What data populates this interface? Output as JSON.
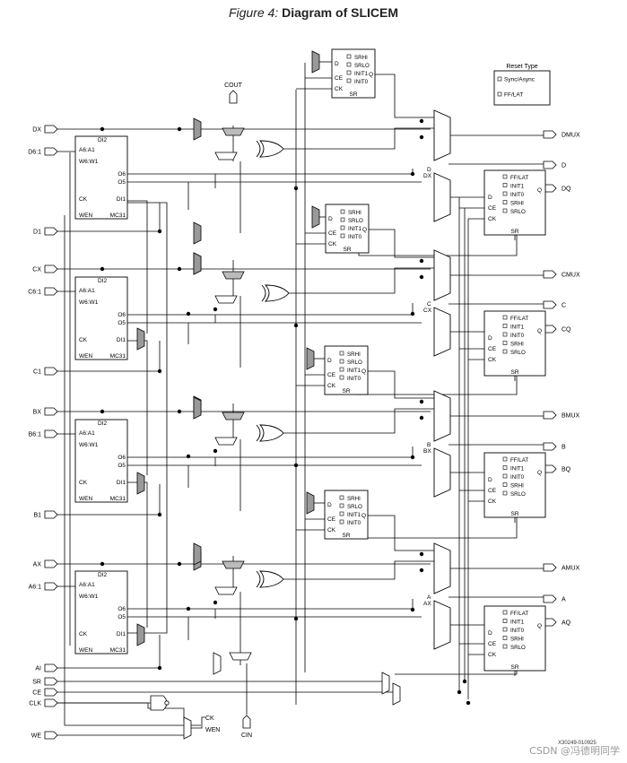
{
  "caption": {
    "figure": "Figure 4:",
    "title": "Diagram of SLICEM"
  },
  "inputs_left": {
    "dx": "DX",
    "d61": "D6:1",
    "d1": "D1",
    "cx": "CX",
    "c61": "C6:1",
    "c1": "C1",
    "bx": "BX",
    "b61": "B6:1",
    "b1": "B1",
    "ax": "AX",
    "a61": "A6:1",
    "ai": "AI",
    "sr": "SR",
    "ce": "CE",
    "clk": "CLK",
    "we": "WE"
  },
  "outputs_right": {
    "dmux": "DMUX",
    "d": "D",
    "dq": "DQ",
    "cmux": "CMUX",
    "c": "C",
    "cq": "CQ",
    "bmux": "BMUX",
    "b": "B",
    "bq": "BQ",
    "amux": "AMUX",
    "a": "A",
    "aq": "AQ"
  },
  "carry": {
    "cout": "COUT",
    "cin": "CIN"
  },
  "lut": {
    "di2": "DI2",
    "addr_a": "A6:A1",
    "addr_w": "W6:W1",
    "o6": "O6",
    "o5": "O5",
    "ck": "CK",
    "di1": "DI1",
    "wen": "WEN",
    "mc31": "MC31"
  },
  "reg": {
    "d": "D",
    "ce": "CE",
    "ck": "CK",
    "sr": "SR",
    "q": "Q",
    "srhi": "SRHI",
    "srlo": "SRLO",
    "init1": "INIT1",
    "init0": "INIT0",
    "fflat": "FF/LAT"
  },
  "mux_pins": {
    "dx": "DX",
    "cx": "CX",
    "bx": "BX",
    "ax": "AX",
    "d": "D",
    "c": "C",
    "b": "B",
    "a": "A"
  },
  "misc": {
    "ck": "CK",
    "wen": "WEN"
  },
  "legend": {
    "title": "Reset Type",
    "sync": "Sync/Async",
    "fflat": "FF/LAT"
  },
  "doc_code": "X30249-010925",
  "watermark": "CSDN @冯德明同学"
}
